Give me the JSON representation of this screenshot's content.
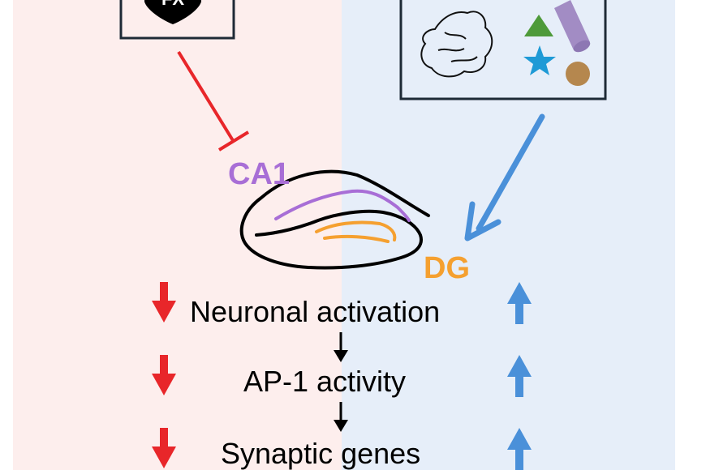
{
  "colors": {
    "left_bg": "#fdeeed",
    "right_bg": "#e6eef9",
    "inhibit": "#e8262a",
    "enhance": "#4a90d9",
    "ca1": "#a86ed6",
    "dg": "#f5a030"
  },
  "top_left_box": {
    "text": "FX"
  },
  "regions": {
    "ca1": "CA1",
    "dg": "DG"
  },
  "steps": [
    {
      "label": "Neuronal activation",
      "left_trend": "down",
      "right_trend": "up"
    },
    {
      "label": "AP-1 activity",
      "left_trend": "down",
      "right_trend": "up"
    },
    {
      "label": "Synaptic genes",
      "left_trend": "down",
      "right_trend": "up"
    }
  ],
  "icons": [
    "shield-icon",
    "nesting-material-icon",
    "triangle-icon",
    "cylinder-icon",
    "star-icon",
    "ball-icon"
  ]
}
